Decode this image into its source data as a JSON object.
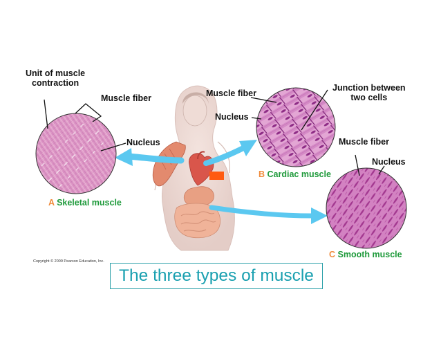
{
  "labels": {
    "unit_of_contraction": "Unit of muscle\ncontraction",
    "skeletal_fiber": "Muscle fiber",
    "skeletal_nucleus": "Nucleus",
    "cardiac_fiber": "Muscle fiber",
    "cardiac_nucleus": "Nucleus",
    "junction": "Junction between\ntwo cells",
    "smooth_fiber": "Muscle fiber",
    "smooth_nucleus": "Nucleus"
  },
  "captions": {
    "skeletal_letter": "A",
    "skeletal_name": "Skeletal muscle",
    "cardiac_letter": "B",
    "cardiac_name": "Cardiac muscle",
    "smooth_letter": "C",
    "smooth_name": "Smooth muscle"
  },
  "copyright": "Copyright © 2009 Pearson Education, Inc.",
  "title": "The three types of muscle",
  "colors": {
    "arrow": "#5bc8f0",
    "caption_letter": "#f08a3a",
    "caption_name": "#1f9a3b",
    "title_text": "#1aa0b0",
    "title_border": "#2aa0a8",
    "marker": "#ff5a10"
  }
}
